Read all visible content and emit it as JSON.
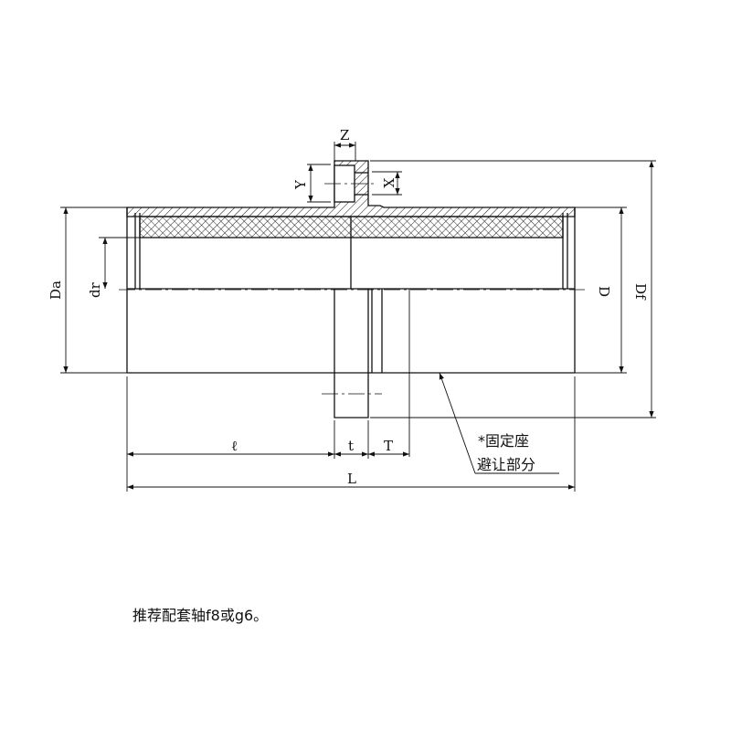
{
  "dimensions": {
    "Z": "Z",
    "Y": "Y",
    "X": "X",
    "Da": "Da",
    "dr": "dr",
    "D": "D",
    "Df": "Df",
    "l": "ℓ",
    "t": "t",
    "T": "T",
    "L": "L"
  },
  "annotation": {
    "line1": "*固定座",
    "line2": "避让部分"
  },
  "note": "推荐配套轴f8或g6。",
  "colors": {
    "line": "#111111",
    "background": "#ffffff"
  }
}
